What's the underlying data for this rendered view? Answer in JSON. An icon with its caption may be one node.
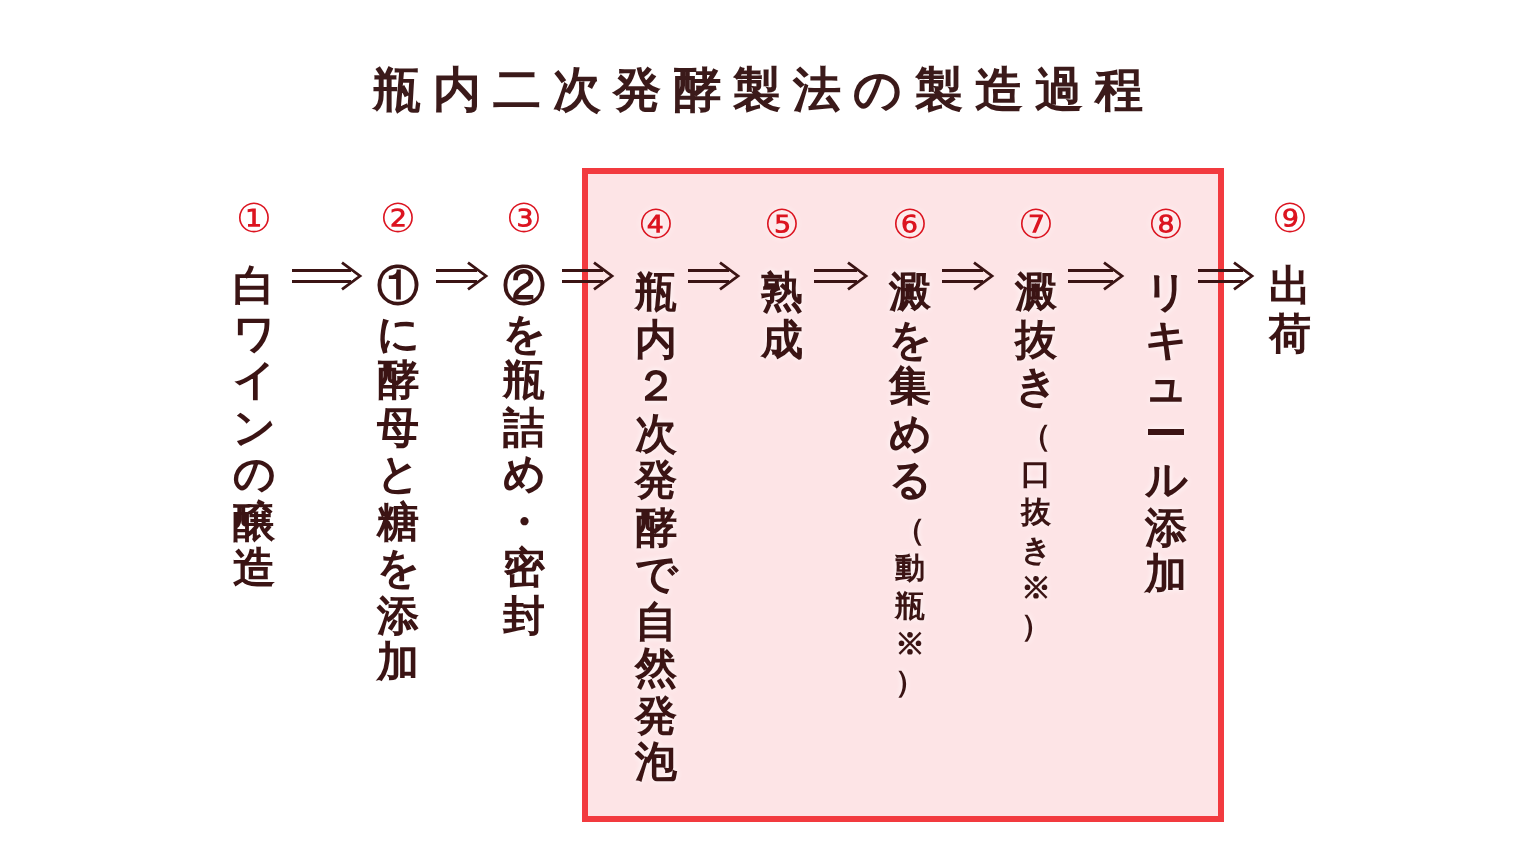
{
  "diagram": {
    "title": "瓶内二次発酵製法の製造過程",
    "nodes": [
      {
        "text": [
          "①",
          "白ワインの醸造"
        ]
      },
      {
        "text": [
          "②",
          "①に酵母と糖を添加"
        ]
      },
      {
        "text": [
          "③",
          "②を瓶詰め・密封"
        ]
      },
      {
        "text": [],
        "shape": "box"
      },
      {
        "text": [
          "④",
          "瓶内２次発酵で自然発泡"
        ],
        "in": 3
      },
      {
        "text": [
          "⑤",
          "熟成"
        ],
        "in": 3
      },
      {
        "text": [
          "⑥",
          "澱を集める",
          "（動瓶※）"
        ],
        "in": 3
      },
      {
        "text": [
          "⑦",
          "澱抜き",
          "（口抜き※）"
        ],
        "in": 3
      },
      {
        "text": [
          "⑧",
          "リキュール添加"
        ],
        "in": 3
      },
      {
        "text": [
          "⑨",
          "出荷"
        ]
      }
    ],
    "edges": [
      {
        "from": 0,
        "to": 1,
        "arrow": "to"
      },
      {
        "from": 1,
        "to": 2,
        "arrow": "to"
      },
      {
        "from": 2,
        "to": 4,
        "arrow": "to"
      },
      {
        "from": 4,
        "to": 5,
        "arrow": "to"
      },
      {
        "from": 5,
        "to": 6,
        "arrow": "to"
      },
      {
        "from": 6,
        "to": 7,
        "arrow": "to"
      },
      {
        "from": 7,
        "to": 8,
        "arrow": "to"
      },
      {
        "from": 8,
        "to": 9,
        "arrow": "to"
      }
    ]
  }
}
